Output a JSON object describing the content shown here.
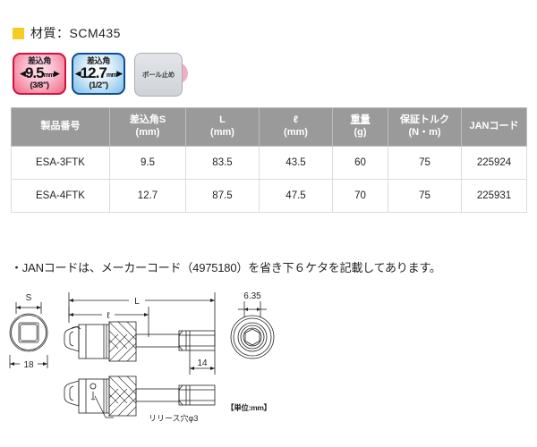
{
  "material": {
    "bullet_icon": "yellow-square-icon",
    "label": "材質：SCM435"
  },
  "badges": [
    {
      "type": "square-drive-pink",
      "top": "差込角",
      "arrow_left": "◀",
      "value": "9.5",
      "unit": "mm",
      "arrow_right": "▶",
      "bottom": "(3/8\")",
      "border_color": "#d3103c",
      "fill_color": "#f2899f"
    },
    {
      "type": "square-drive-blue",
      "top": "差込角",
      "arrow_left": "◀",
      "value": "12.7",
      "unit": "mm",
      "arrow_right": "▶",
      "bottom": "(1/2\")",
      "border_color": "#0f4c96",
      "fill_color": "#a8d4f0"
    },
    {
      "type": "ball-stop",
      "label": "ボール止め",
      "box_color": "#d6dade",
      "circle_color": "#f0aec0"
    }
  ],
  "table": {
    "headers": [
      {
        "line1": "製品番号",
        "line2": "",
        "underline": false
      },
      {
        "line1": "差込角S",
        "line2": "(mm)",
        "underline": false
      },
      {
        "line1": "L",
        "line2": "(mm)",
        "underline": false
      },
      {
        "line1": "ℓ",
        "line2": "(mm)",
        "underline": false
      },
      {
        "line1": "重量",
        "line2": "(g)",
        "underline": true
      },
      {
        "line1": "保証トルク",
        "line2": "(N・m)",
        "underline": false
      },
      {
        "line1": "JANコード",
        "line2": "",
        "underline": false
      }
    ],
    "rows": [
      [
        "ESA-3FTK",
        "9.5",
        "83.5",
        "43.5",
        "60",
        "75",
        "225924"
      ],
      [
        "ESA-4FTK",
        "12.7",
        "87.5",
        "47.5",
        "70",
        "75",
        "225931"
      ]
    ],
    "header_bg": "#9a9a9a"
  },
  "note": "・JANコードは、メーカーコード（4975180）を省き下６ケタを記載してあります。",
  "drawing": {
    "dimensions": {
      "socket_s": "S",
      "socket_width": "18",
      "total_length": "L",
      "body_length": "ℓ",
      "hex_length": "14",
      "hex_across": "6.35"
    },
    "callout": "リリース穴φ3",
    "unit_note": "【単位:mm】"
  }
}
